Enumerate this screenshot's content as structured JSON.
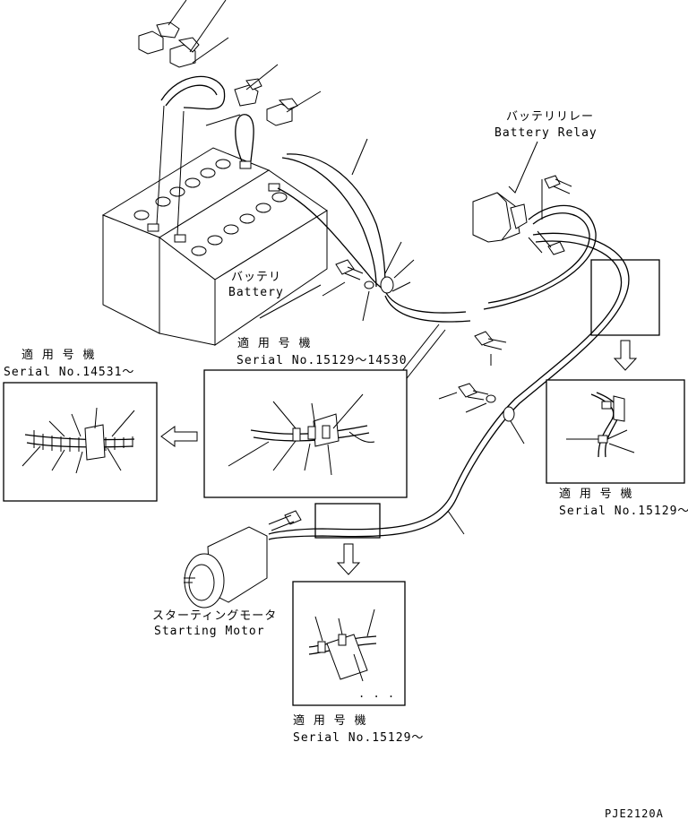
{
  "labels": {
    "battery_jp": "バッテリ",
    "battery_en": "Battery",
    "relay_jp": "バッテリリレー",
    "relay_en": "Battery Relay",
    "motor_jp": "スターティングモータ",
    "motor_en": "Starting Motor",
    "applicable_model": "適 用 号 機",
    "serial_15129_14530": "Serial No.15129～14530",
    "serial_14531": "Serial No.14531～",
    "serial_15129_right": "Serial No.15129～",
    "serial_15129_bottom": "Serial No.15129～",
    "drawing_code": "PJE2120A"
  }
}
